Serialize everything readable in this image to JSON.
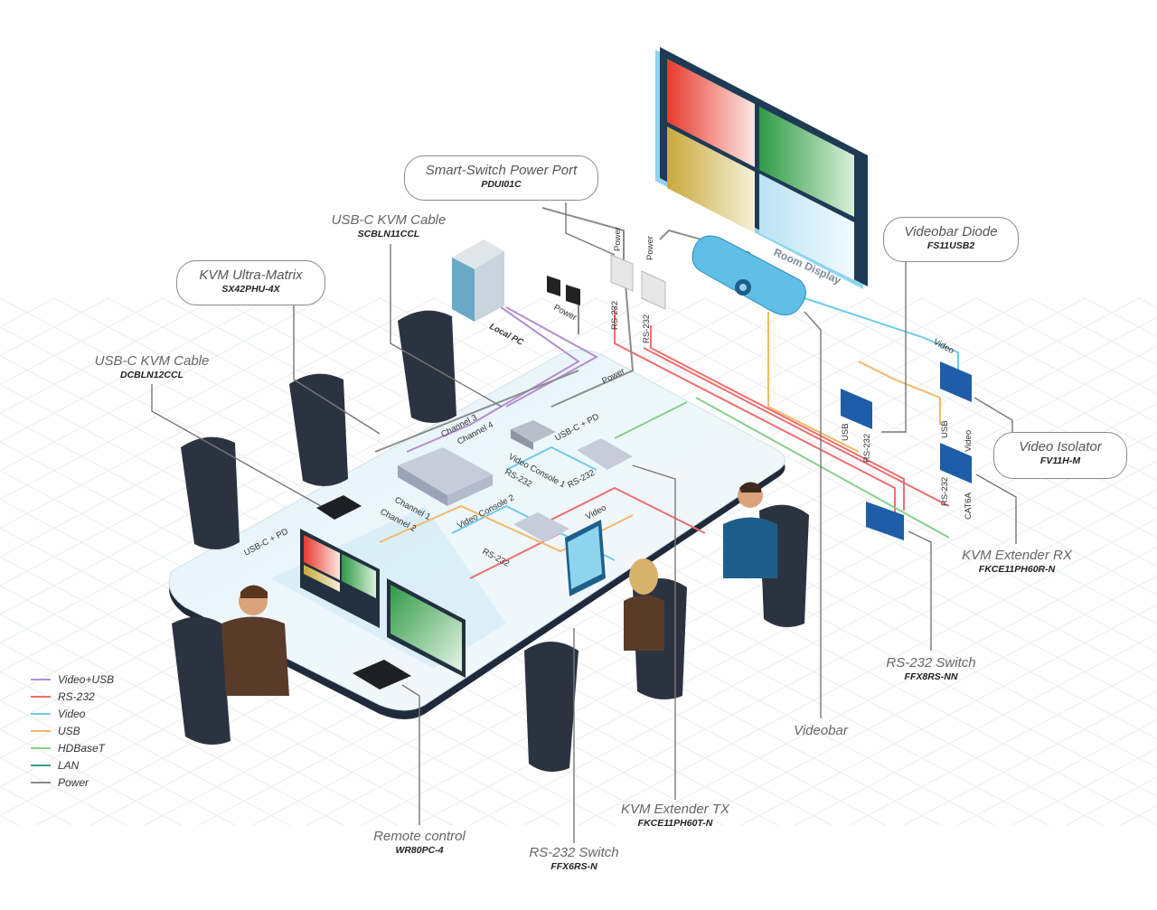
{
  "callouts": {
    "smart_switch": {
      "title": "Smart-Switch Power Port",
      "model": "PDUI01C"
    },
    "usbc_kvm_top": {
      "title": "USB-C KVM Cable",
      "model": "SCBLN11CCL"
    },
    "kvm_ultra": {
      "title": "KVM Ultra-Matrix",
      "model": "SX42PHU-4X"
    },
    "usbc_kvm_left": {
      "title": "USB-C KVM Cable",
      "model": "DCBLN12CCL"
    },
    "videobar_diode": {
      "title": "Videobar Diode",
      "model": "FS11USB2"
    },
    "video_isolator": {
      "title": "Video Isolator",
      "model": "FV11H-M"
    },
    "kvm_rx": {
      "title": "KVM Extender RX",
      "model": "FKCE11PH60R-N"
    },
    "rs232_right": {
      "title": "RS-232 Switch",
      "model": "FFX8RS-NN"
    },
    "videobar": {
      "title": "Videobar"
    },
    "kvm_tx": {
      "title": "KVM Extender TX",
      "model": "FKCE11PH60T-N"
    },
    "remote": {
      "title": "Remote control",
      "model": "WR80PC-4"
    },
    "rs232_bottom": {
      "title": "RS-232 Switch",
      "model": "FFX6RS-N"
    }
  },
  "diagram_labels": {
    "room_display": "Room Display",
    "local_pc": "Local PC",
    "power": "Power",
    "rs232": "RS-232",
    "video": "Video",
    "usb": "USB",
    "cat6a": "CAT6A",
    "usbc_pd": "USB-C + PD",
    "channel1": "Channel 1",
    "channel2": "Channel 2",
    "channel3": "Channel 3",
    "channel4": "Channel 4",
    "video_console1": "Video Console 1",
    "video_console2": "Video Console 2"
  },
  "legend": [
    {
      "label": "Video+USB",
      "color": "#b48fd0"
    },
    {
      "label": "RS-232",
      "color": "#ee6e6e"
    },
    {
      "label": "Video",
      "color": "#6ecbea"
    },
    {
      "label": "USB",
      "color": "#f3b86a"
    },
    {
      "label": "HDBaseT",
      "color": "#86d08a"
    },
    {
      "label": "LAN",
      "color": "#3e9a86"
    },
    {
      "label": "Power",
      "color": "#8c8c8c"
    }
  ]
}
